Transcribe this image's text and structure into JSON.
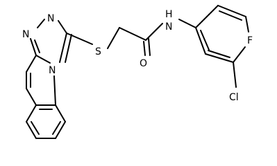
{
  "structure": {
    "atoms": {
      "n1": "N",
      "n2": "N",
      "n3": "N",
      "s": "S",
      "o": "O",
      "nh": "N",
      "h": "H",
      "cl": "Cl",
      "f": "F"
    },
    "colors": {
      "bond": "#000000",
      "label": "#000000",
      "background": "#ffffff"
    }
  }
}
